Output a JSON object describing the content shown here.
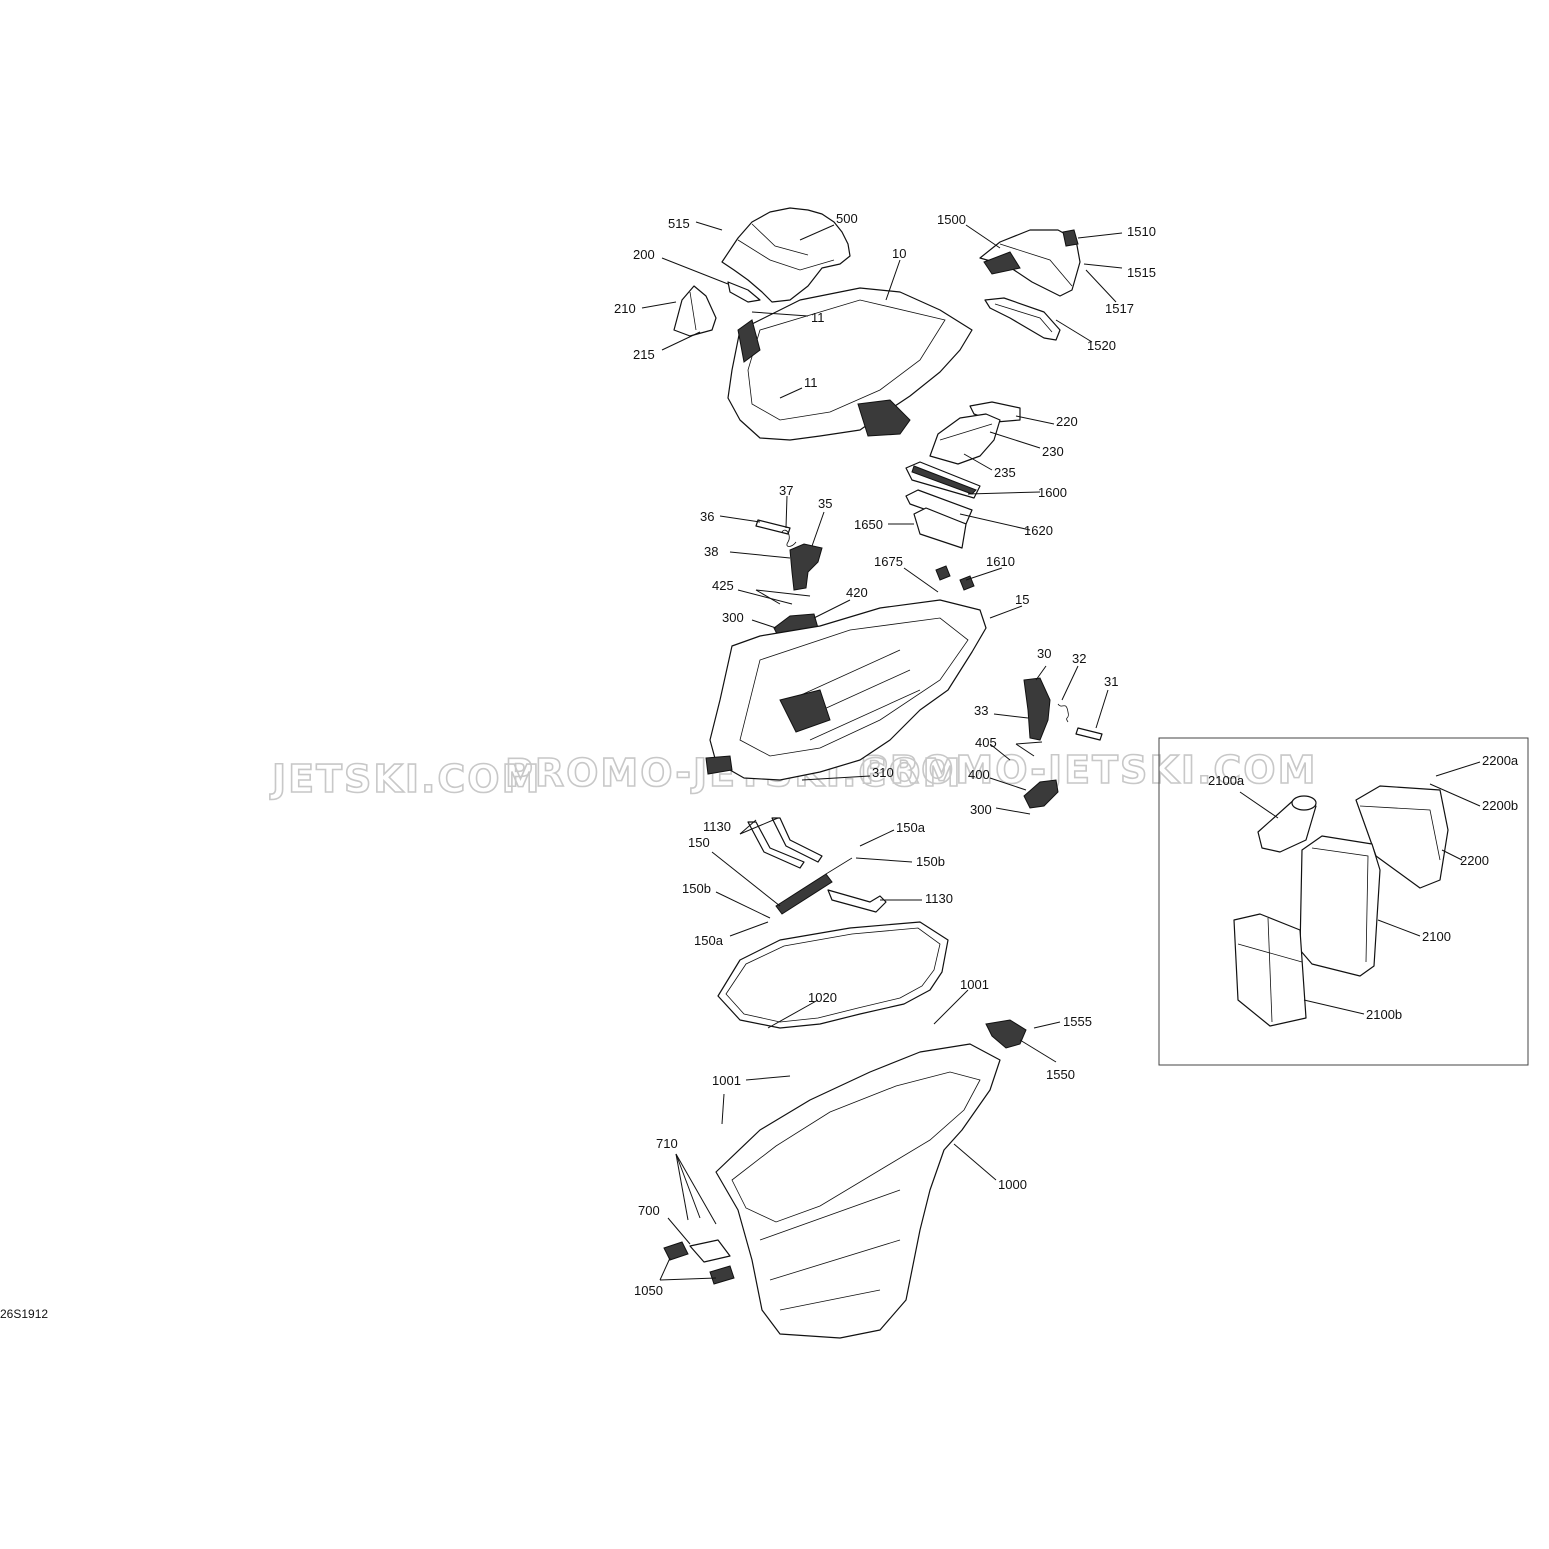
{
  "drawing_code": "26S1912",
  "watermark": [
    "JETSKI.COM",
    "PROMO-JETSKI.COM",
    "PROMO-JETSKI.COM"
  ],
  "callouts": [
    "515",
    "500",
    "1500",
    "1510",
    "200",
    "10",
    "1515",
    "210",
    "11",
    "1517",
    "215",
    "1520",
    "11",
    "220",
    "230",
    "235",
    "37",
    "35",
    "1600",
    "36",
    "1650",
    "1620",
    "38",
    "1675",
    "1610",
    "425",
    "420",
    "15",
    "300",
    "30",
    "32",
    "31",
    "33",
    "405",
    "400",
    "310",
    "300",
    "1130",
    "150a",
    "150",
    "150b",
    "1130",
    "150b",
    "150a",
    "1020",
    "1001",
    "1555",
    "1550",
    "1001",
    "1000",
    "710",
    "700",
    "1050",
    "2200a",
    "2100a",
    "2200b",
    "2200",
    "2100",
    "2100b"
  ]
}
